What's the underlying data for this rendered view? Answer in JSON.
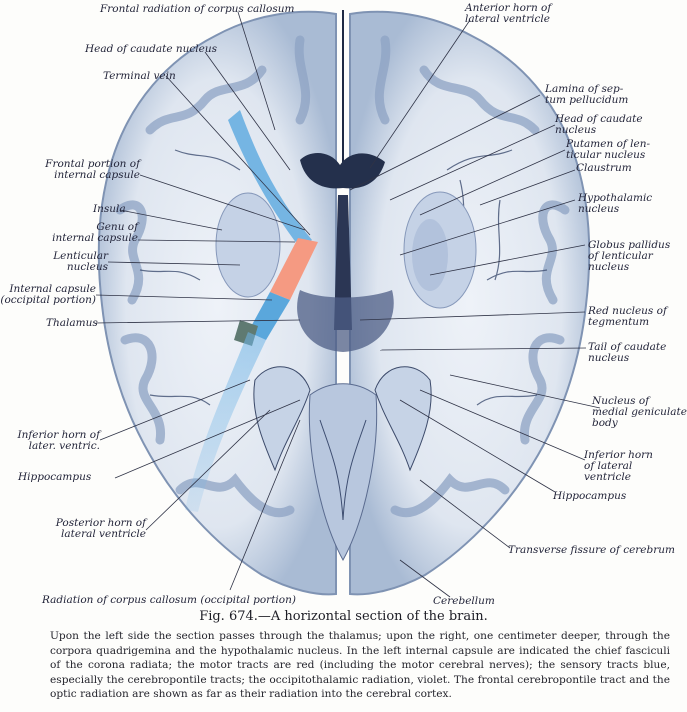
{
  "labels": {
    "frontal_radiation": "Frontal radiation of corpus callosum",
    "head_caudate_left": "Head of caudate nucleus",
    "terminal_vein": "Terminal vein",
    "frontal_portion_1": "Frontal portion of",
    "frontal_portion_2": "internal capsule",
    "insula": "Insula",
    "genu_1": "Genu of",
    "genu_2": "internal capsule",
    "lenticular_1": "Lenticular",
    "lenticular_2": "nucleus",
    "internal_capsule_1": "Internal capsule",
    "internal_capsule_2": "(occipital portion)",
    "thalamus": "Thalamus",
    "inferior_horn_left_1": "Inferior horn of",
    "inferior_horn_left_2": "later. ventric.",
    "hippocampus_left": "Hippocampus",
    "posterior_horn_1": "Posterior horn of",
    "posterior_horn_2": "lateral ventricle",
    "radiation_occipital": "Radiation of corpus callosum (occipital portion)",
    "anterior_horn_1": "Anterior horn of",
    "anterior_horn_2": "lateral ventricle",
    "lamina_1": "Lamina of sep-",
    "lamina_2": "tum pellucidum",
    "head_caudate_right_1": "Head of caudate",
    "head_caudate_right_2": "nucleus",
    "putamen_1": "Putamen of len-",
    "putamen_2": "ticular nucleus",
    "claustrum": "Claustrum",
    "hypothalamic_1": "Hypothalamic",
    "hypothalamic_2": "nucleus",
    "globus_1": "Globus pallidus",
    "globus_2": "of lenticular",
    "globus_3": "nucleus",
    "red_nucleus_1": "Red nucleus of",
    "red_nucleus_2": "tegmentum",
    "tail_caudate_1": "Tail of caudate",
    "tail_caudate_2": "nucleus",
    "medial_geniculate_1": "Nucleus of",
    "medial_geniculate_2": "medial geniculate",
    "medial_geniculate_3": "body",
    "inferior_horn_right_1": "Inferior horn",
    "inferior_horn_right_2": "of lateral",
    "inferior_horn_right_3": "ventricle",
    "hippocampus_right": "Hippocampus",
    "transverse_fissure": "Transverse fissure of cerebrum",
    "cerebellum": "Cerebellum"
  },
  "caption": {
    "title": "Fig. 674.—A horizontal section of the brain.",
    "body": "Upon the left side the section passes through the thalamus; upon the right, one centimeter deeper, through the corpora quadrigemina and the hypothalamic nucleus. In the left internal capsule are indicated the chief fasciculi of the corona radiata; the motor tracts are red (including the motor cerebral nerves); the sensory tracts blue, especially the cerebropontile tracts; the occipitothalamic radiation, violet. The frontal cerebropontile tract and the optic radiation are shown as far as their radiation into the cerebral cortex."
  },
  "colors": {
    "motor_tracts": "#f59a82",
    "sensory_tracts": "#5aa7dc",
    "occipitothalamic": "#5f7a72",
    "brain_tissue": "#9aaecb",
    "white_matter": "#e9eef5"
  }
}
